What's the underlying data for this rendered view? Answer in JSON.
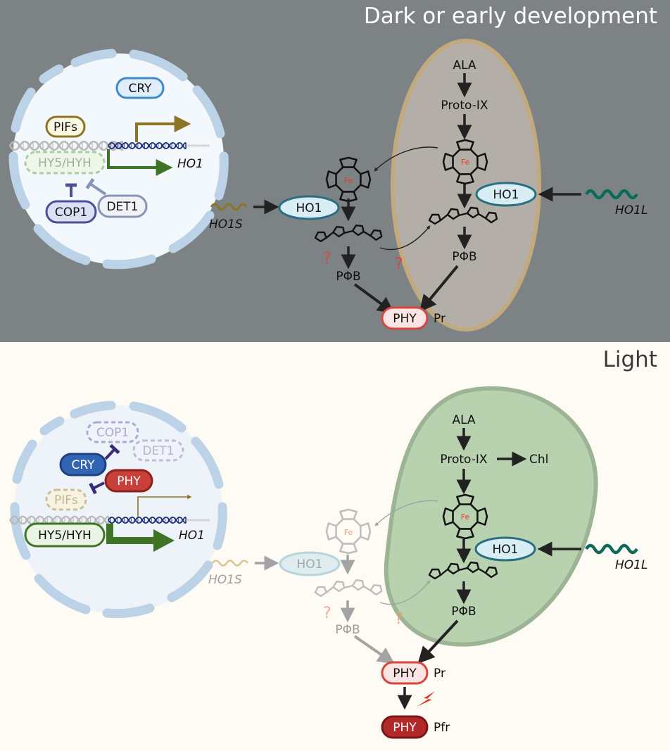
{
  "panels": {
    "dark": {
      "title": "Dark or early development",
      "nucleus": {
        "cry": "CRY",
        "pifs": "PIFs",
        "hy5_hyh": "HY5/HYH",
        "cop1": "COP1",
        "det1": "DET1",
        "gene": "HO1"
      },
      "cytosol": {
        "gene_short": "HO1S",
        "enzyme": "HO1",
        "product": "PΦB",
        "question": "?"
      },
      "plastid": {
        "ala": "ALA",
        "proto_ix": "Proto-IX",
        "enzyme": "HO1",
        "product": "PΦB",
        "question": "?",
        "gene_long": "HO1L"
      },
      "iron": "Fe",
      "phy": {
        "label": "PHY",
        "form": "Pr"
      }
    },
    "light": {
      "title": "Light",
      "nucleus": {
        "cop1": "COP1",
        "det1": "DET1",
        "cry": "CRY",
        "phy": "PHY",
        "pifs": "PIFs",
        "hy5_hyh": "HY5/HYH",
        "gene": "HO1"
      },
      "cytosol": {
        "gene_short": "HO1S",
        "enzyme": "HO1",
        "product": "PΦB",
        "question": "?"
      },
      "plastid": {
        "ala": "ALA",
        "proto_ix": "Proto-IX",
        "chl": "Chl",
        "enzyme": "HO1",
        "product": "PΦB",
        "question": "?",
        "gene_long": "HO1L"
      },
      "iron": "Fe",
      "phy_pr": {
        "label": "PHY",
        "form": "Pr"
      },
      "phy_pfr": {
        "label": "PHY",
        "form": "Pfr"
      }
    }
  },
  "colors": {
    "dark_bg": "#7d8385",
    "light_bg": "#fdfbf4",
    "nucleus_fill": "#f3f8fd",
    "envelope": "#bcd2e6",
    "plastid_dark_fill": "#b3afa8",
    "plastid_dark_edge": "#c3aa7e",
    "plastid_light_fill": "#b8d2b0",
    "plastid_light_edge": "#9cb493",
    "phy_red": "#d9443c",
    "hy5_green": "#3e7524",
    "pif_gold": "#8d7425",
    "cry_blue": "#3164b2",
    "cop1_purple": "#4a4f96",
    "ho1_teal": "#2a6e84",
    "ho1l_green": "#0e6a58",
    "question_red": "#d9443c"
  }
}
